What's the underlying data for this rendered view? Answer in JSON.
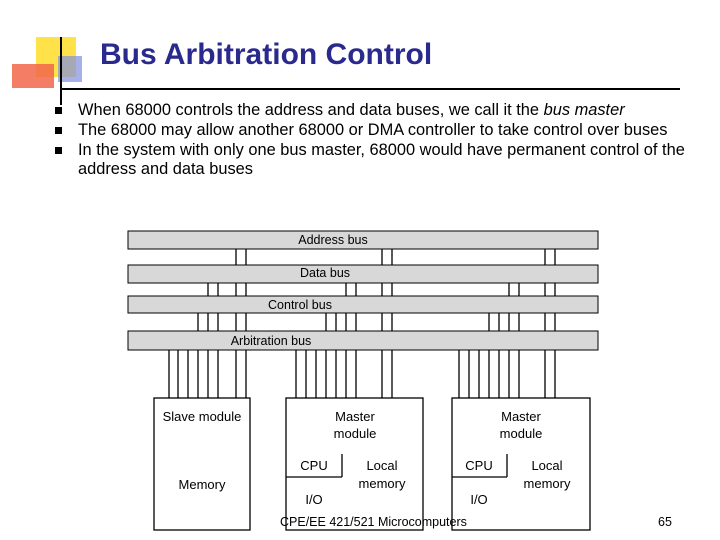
{
  "slide": {
    "title": "Bus Arbitration Control",
    "bullets": [
      {
        "before": "When 68000 controls the address and data buses, we call it the ",
        "emphasis": "bus master"
      },
      {
        "before": "The 68000 may allow another 68000 or DMA controller to take control over buses",
        "emphasis": ""
      },
      {
        "before": "In the system with only one bus master, 68000 would have permanent control of the address and data buses",
        "emphasis": ""
      }
    ],
    "footer": "CPE/EE 421/521 Microcomputers",
    "page_number": "65"
  },
  "diagram": {
    "buses": [
      "Address bus",
      "Data bus",
      "Control bus",
      "Arbitration bus"
    ],
    "slave_module": {
      "title": "Slave module",
      "content": "Memory"
    },
    "master_modules": [
      {
        "title_line1": "Master",
        "title_line2": "module",
        "cpu": "CPU",
        "io": "I/O",
        "local_line1": "Local",
        "local_line2": "memory"
      },
      {
        "title_line1": "Master",
        "title_line2": "module",
        "cpu": "CPU",
        "io": "I/O",
        "local_line1": "Local",
        "local_line2": "memory"
      }
    ]
  },
  "colors": {
    "title": "#2a2a8e",
    "bus_fill": "#d8d8d8",
    "deco_yellow": "#ffe24a",
    "deco_red": "#f2664a",
    "deco_blue": "#8090e0"
  }
}
